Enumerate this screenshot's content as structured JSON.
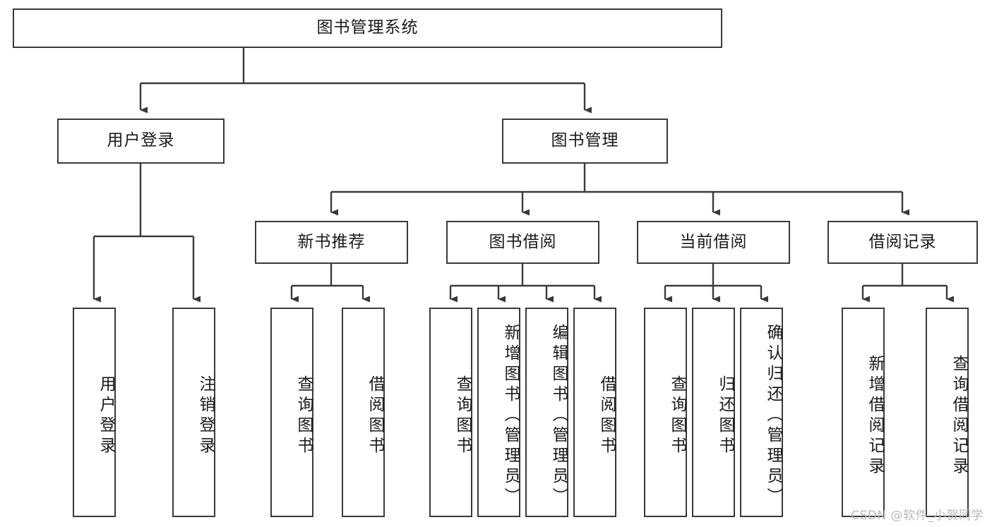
{
  "diagram": {
    "type": "tree",
    "title": "图书管理系统",
    "watermark": "CSDN @软件_小贺同学",
    "root": {
      "id": "root",
      "label": "图书管理系统"
    },
    "level2": [
      {
        "id": "user-login",
        "label": "用户登录"
      },
      {
        "id": "book-manage",
        "label": "图书管理"
      }
    ],
    "level3": [
      {
        "id": "new-book-recommend",
        "label": "新书推荐"
      },
      {
        "id": "book-borrow",
        "label": "图书借阅"
      },
      {
        "id": "current-borrow",
        "label": "当前借阅"
      },
      {
        "id": "borrow-record",
        "label": "借阅记录"
      }
    ],
    "leaves": {
      "user_login": [
        {
          "id": "leaf-user-login",
          "label": "用户登录"
        },
        {
          "id": "leaf-logout-login",
          "label": "注销登录"
        }
      ],
      "new_book_recommend": [
        {
          "id": "leaf-query-book-1",
          "label": "查询图书"
        },
        {
          "id": "leaf-borrow-book-1",
          "label": "借阅图书"
        }
      ],
      "book_borrow": [
        {
          "id": "leaf-query-book-2",
          "label": "查询图书"
        },
        {
          "id": "leaf-add-book",
          "label": "新增图书（管理员）"
        },
        {
          "id": "leaf-edit-book",
          "label": "编辑图书（管理员）"
        },
        {
          "id": "leaf-borrow-book-2",
          "label": "借阅图书"
        }
      ],
      "current_borrow": [
        {
          "id": "leaf-query-book-3",
          "label": "查询图书"
        },
        {
          "id": "leaf-return-book",
          "label": "归还图书"
        },
        {
          "id": "leaf-confirm-return",
          "label": "确认归还（管理员）"
        }
      ],
      "borrow_record": [
        {
          "id": "leaf-add-record",
          "label": "新增借阅记录"
        },
        {
          "id": "leaf-query-record",
          "label": "查询借阅记录"
        }
      ]
    },
    "colors": {
      "stroke": "#3a3a3a",
      "fill": "#ffffff",
      "text": "#1a1a1a",
      "watermark": "#b9b9b9"
    }
  }
}
